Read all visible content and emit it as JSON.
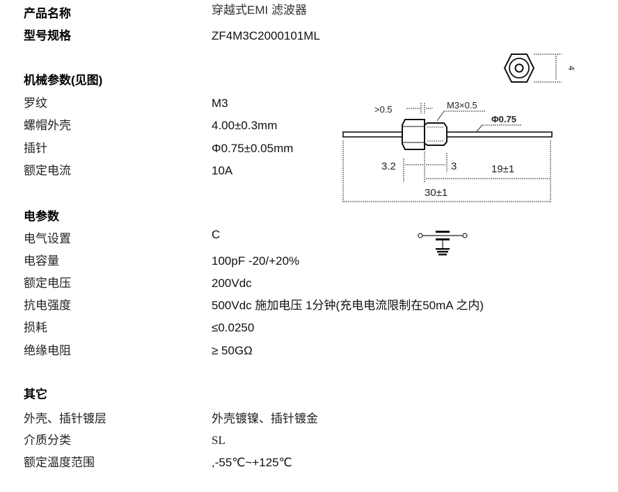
{
  "product": {
    "name_label": "产品名称",
    "name_value": "穿越式EMI 滤波器",
    "model_label": "型号规格",
    "model_value": "ZF4M3C2000101ML"
  },
  "mechanical": {
    "title": "机械参数(见图)",
    "rows": [
      {
        "label": "罗纹",
        "value": "M3"
      },
      {
        "label": "螺帽外壳",
        "value": "4.00±0.3mm"
      },
      {
        "label": "插针",
        "value": "Φ0.75±0.05mm"
      },
      {
        "label": "额定电流",
        "value": "10A"
      }
    ],
    "drawing": {
      "hex_dim": "4",
      "gap_label": ">0.5",
      "thread_label": "M3×0.5",
      "pin_dia_label": "Φ0.75",
      "nut_len": "3.2",
      "thread_len": "3",
      "pin_len": "19±1",
      "total_len": "30±1"
    }
  },
  "electrical": {
    "title": "电参数",
    "rows": [
      {
        "label": "电气设置",
        "value": "C"
      },
      {
        "label": "电容量",
        "value": "100pF  -20/+20%"
      },
      {
        "label": "额定电压",
        "value": "200Vdc"
      },
      {
        "label": "抗电强度",
        "value": "500Vdc  施加电压 1分钟(充电电流限制在50mA 之内)"
      },
      {
        "label": "损耗",
        "value": "≤0.0250"
      },
      {
        "label": "绝缘电阻",
        "value": "≥ 50GΩ"
      }
    ]
  },
  "other": {
    "title": "其它",
    "rows": [
      {
        "label": "外壳、插针镀层",
        "value": "外壳镀镍、插针镀金"
      },
      {
        "label": "介质分类",
        "value": "SL"
      },
      {
        "label": "额定温度范围",
        "value": ",-55℃~+125℃"
      }
    ]
  }
}
